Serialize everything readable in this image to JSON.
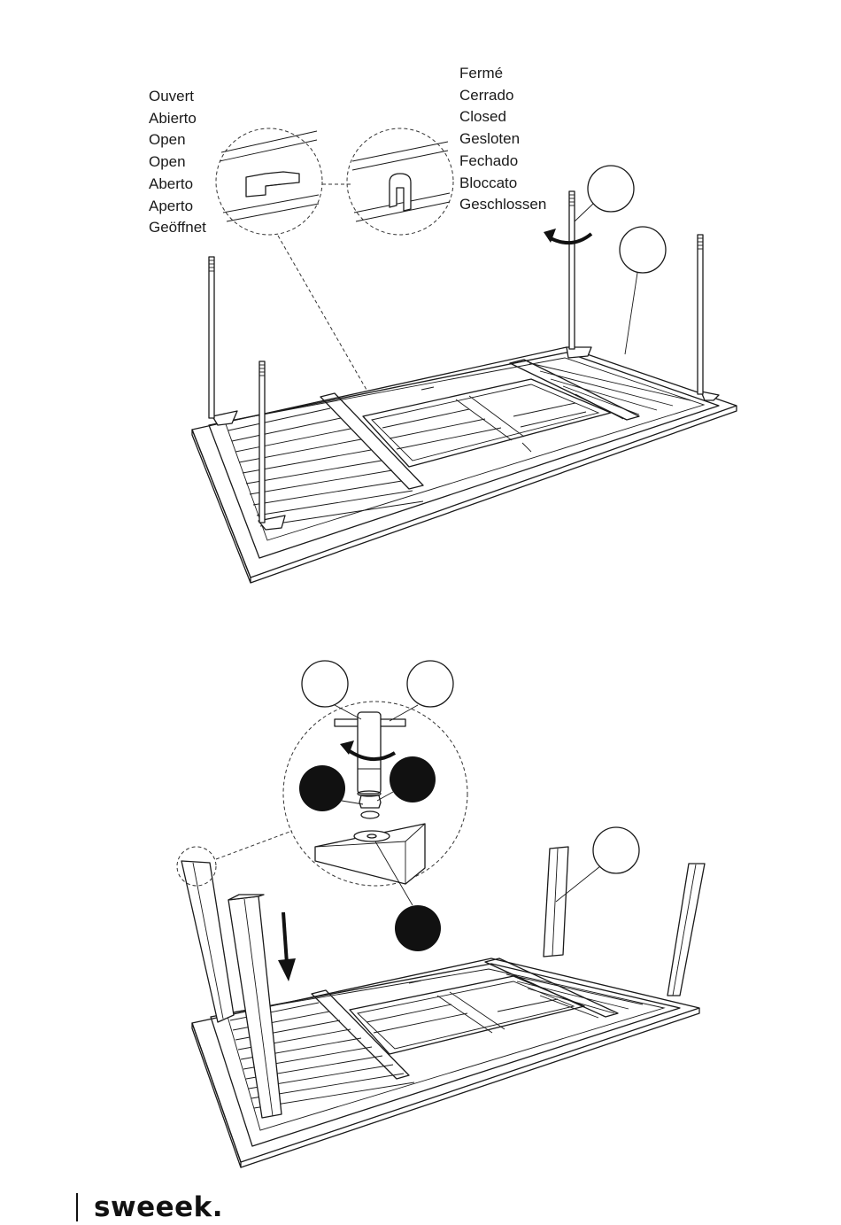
{
  "labels": {
    "open": [
      "Ouvert",
      "Abierto",
      "Open",
      "Open",
      "Aberto",
      "Aperto",
      "Geöffnet"
    ],
    "closed": [
      "Fermé",
      "Cerrado",
      "Closed",
      "Gesloten",
      "Fechado",
      "Bloccato",
      "Geschlossen"
    ]
  },
  "brand": {
    "name": "sweeek."
  },
  "colors": {
    "ink": "#1a1a1a",
    "paper": "#ffffff"
  }
}
